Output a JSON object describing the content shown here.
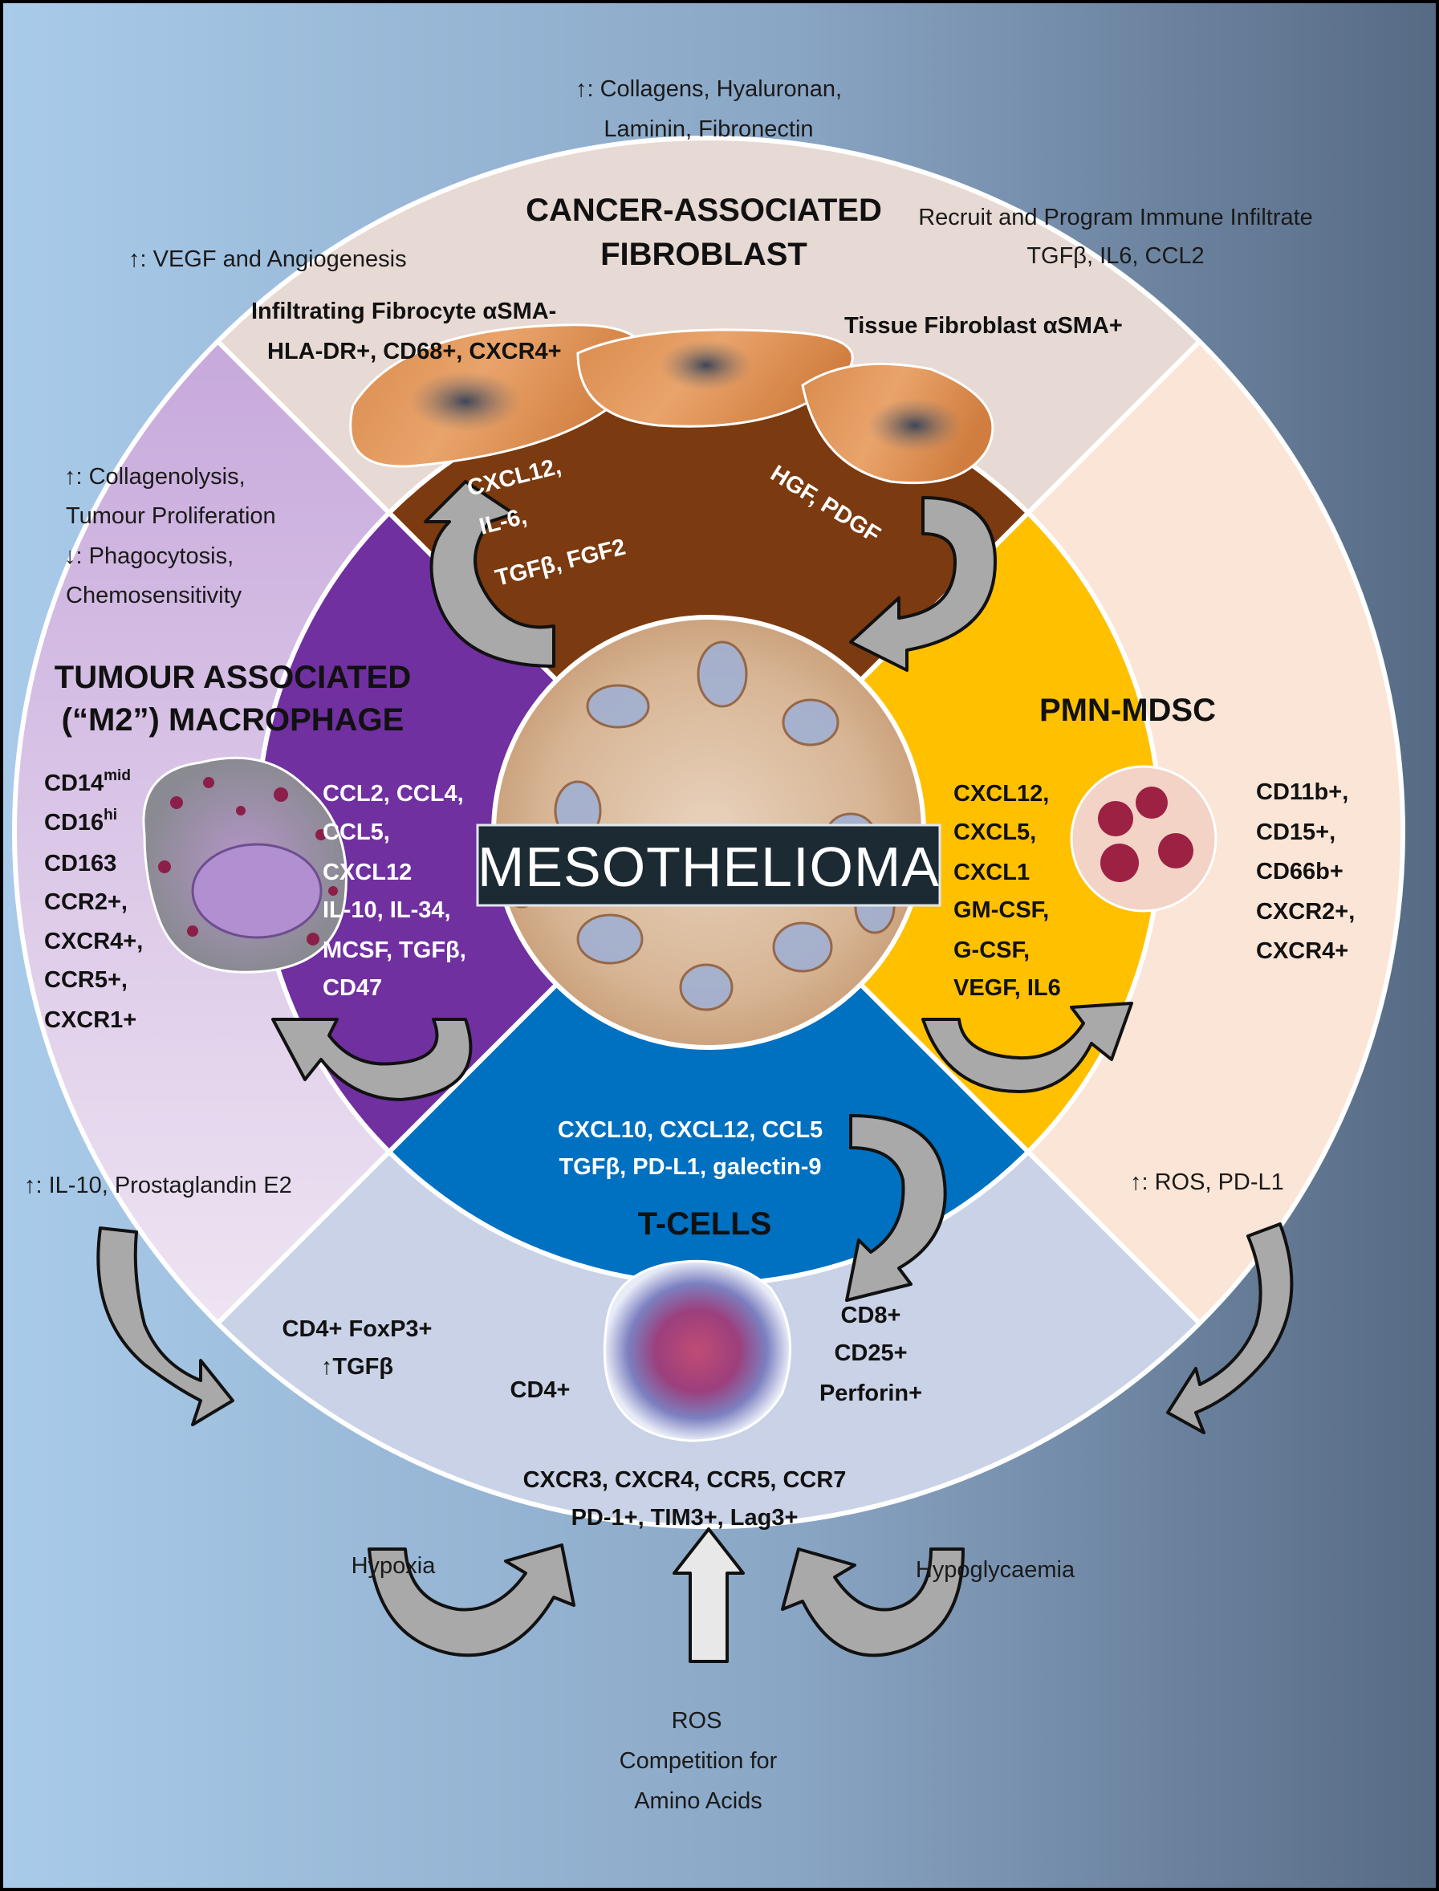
{
  "core": {
    "label": "MESOTHELIOMA"
  },
  "fibroblast": {
    "title_lines": [
      "CANCER-ASSOCIATED",
      "FIBROBLAST"
    ],
    "top_note_lines": [
      "↑: Collagens, Hyaluronan,",
      "Laminin, Fibronectin"
    ],
    "left_note": "↑: VEGF and Angiogenesis",
    "right_note_lines": [
      "Recruit and Program Immune Infiltrate",
      "TGFβ, IL6, CCL2"
    ],
    "fibrocyte_lines": [
      "Infiltrating Fibrocyte αSMA-",
      "HLA-DR+, CD68+, CXCR4+"
    ],
    "tissue_fibroblast": "Tissue Fibroblast αSMA+",
    "cytokines_left_lines": [
      "CXCL12,",
      "IL-6,",
      "TGFβ, FGF2"
    ],
    "cytokines_right": "HGF, PDGF"
  },
  "macrophage": {
    "title_lines": [
      "TUMOUR ASSOCIATED",
      "(“M2”) MACROPHAGE"
    ],
    "effect_lines": [
      "↑: Collagenolysis,",
      "Tumour Proliferation",
      "↓: Phagocytosis,",
      "Chemosensitivity"
    ],
    "markers": [
      {
        "base": "CD14",
        "sup": "mid"
      },
      {
        "base": "CD16",
        "sup": "hi"
      },
      {
        "base": "CD163",
        "sup": ""
      },
      {
        "base": "CCR2+,",
        "sup": ""
      },
      {
        "base": "CXCR4+,",
        "sup": ""
      },
      {
        "base": "CCR5+,",
        "sup": ""
      },
      {
        "base": "CXCR1+",
        "sup": ""
      }
    ],
    "cytokines": [
      "CCL2, CCL4,",
      "CCL5,",
      "CXCL12",
      "IL-10, IL-34,",
      "MCSF, TGFβ,",
      "CD47"
    ],
    "bottom_note": "↑: IL-10, Prostaglandin E2"
  },
  "mdsc": {
    "title": "PMN-MDSC",
    "cytokines": [
      "CXCL12,",
      "CXCL5,",
      "CXCL1",
      "GM-CSF,",
      "G-CSF,",
      "VEGF, IL6"
    ],
    "markers": [
      "CD11b+,",
      "CD15+,",
      "CD66b+",
      "CXCR2+,",
      "CXCR4+"
    ],
    "bottom_note": "↑: ROS, PD-L1"
  },
  "tcells": {
    "title": "T-CELLS",
    "cytokine_lines": [
      "CXCL10, CXCL12, CCL5",
      "TGFβ, PD-L1, galectin-9"
    ],
    "treg_lines": [
      "CD4+ FoxP3+",
      "↑TGFβ"
    ],
    "cd4": "CD4+",
    "cd8_lines": [
      "CD8+",
      "CD25+",
      "Perforin+"
    ],
    "receptor_lines": [
      "CXCR3, CXCR4, CCR5, CCR7",
      "PD-1+, TIM3+, Lag3+"
    ]
  },
  "environment": {
    "hypoxia": "Hypoxia",
    "hypoglycaemia": "Hypoglycaemia",
    "ros_lines": [
      "ROS",
      "Competition for",
      "Amino Acids"
    ]
  },
  "colors": {
    "fibroblast_outer": "#e7d9d3",
    "fibroblast_inner": "#7b3a0f",
    "macrophage_outer": "#d5c5e0",
    "macrophage_inner": "#7030a0",
    "mdsc_outer": "#fbe5d6",
    "mdsc_inner": "#ffc000",
    "tcell_outer": "#c9d2e6",
    "tcell_inner": "#0070c0",
    "bg_left": "#a7c8e6",
    "bg_right": "#5b6f88"
  }
}
